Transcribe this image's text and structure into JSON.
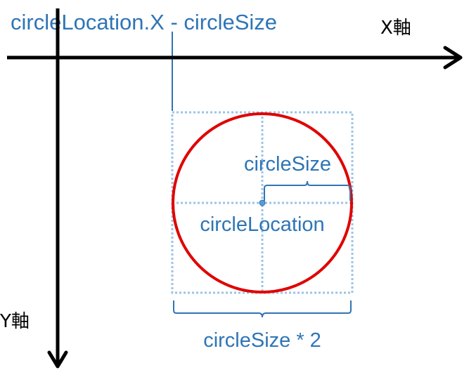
{
  "labels": {
    "top_expression": "circleLocation.X - circleSize",
    "x_axis": "X軸",
    "y_axis": "Y軸",
    "radius": "circleSize",
    "center": "circleLocation",
    "diameter": "circleSize * 2"
  },
  "colors": {
    "axis": "#000000",
    "circle": "#e00000",
    "guide": "#9dc3e6",
    "annotation": "#2e75b6"
  }
}
